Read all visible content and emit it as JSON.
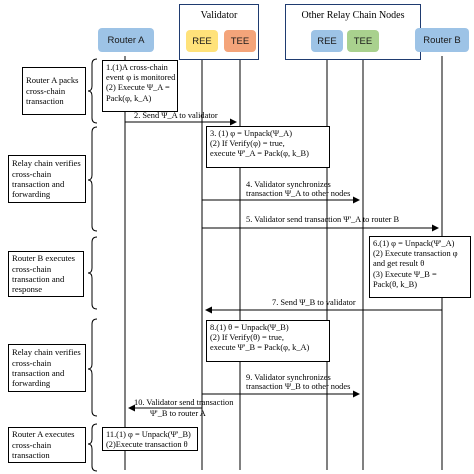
{
  "groups": {
    "validator": "Validator",
    "other_nodes": "Other Relay Chain Nodes"
  },
  "participants": {
    "router_a": "Router A",
    "ree_1": "REE",
    "tee_1": "TEE",
    "ree_2": "REE",
    "tee_2": "TEE",
    "router_b": "Router B"
  },
  "phases": [
    "Router A packs cross-chain transaction",
    "Relay chain verifies cross-chain transaction and forwarding",
    "Router B executes cross-chain transaction and response",
    "Relay chain verifies cross-chain transaction and forwarding",
    "Router A executes cross-chain transaction"
  ],
  "steps": {
    "s1": [
      "1.(1)A cross-chain",
      "event φ is monitored",
      "(2) Execute Ψ_A =",
      "Pack(φ, k_A)"
    ],
    "s3": [
      "3. (1) φ = Unpack(Ψ_A)",
      "(2) If Verify(φ) = true,",
      "execute Ψ'_A = Pack(φ, k_B)"
    ],
    "s6": [
      "6.(1) φ = Unpack(Ψ'_A)",
      "(2) Execute transaction φ",
      "and get result θ",
      "(3) Execute Ψ_B =",
      "Pack(θ, k_B)"
    ],
    "s8": [
      "8.(1) θ = Unpack(Ψ_B)",
      "(2) If Verify(θ) = true,",
      "execute Ψ'_B = Pack(φ, k_A)"
    ],
    "s11": [
      "11.(1) φ = Unpack(Ψ'_B)",
      "(2)Execute transaction θ"
    ]
  },
  "messages": {
    "m2": "2. Send Ψ_A to validator",
    "m4a": "4. Validator synchronizes",
    "m4b": "transaction Ψ_A to other nodes",
    "m5": "5. Validator send transaction Ψ'_A to router B",
    "m7": "7. Send Ψ_B to validator",
    "m9a": "9. Validator synchronizes",
    "m9b": "transaction Ψ_B to other nodes",
    "m10a": "10. Validator send transaction",
    "m10b": "Ψ'_B to router A"
  },
  "colors": {
    "router": "#9dc3e6",
    "ree": "#ffe27a",
    "tee": "#f4a47a",
    "other_tee": "#a9d18e",
    "group_border": "#1f3b70"
  }
}
